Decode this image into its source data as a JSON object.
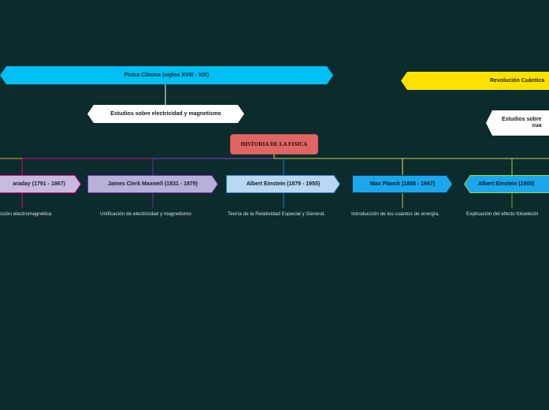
{
  "root": {
    "title": "HISTORIA DE LA FISICA"
  },
  "branches": [
    {
      "label": "Física Clásica (siglos XVIII - XIX)",
      "color": "#00bff3"
    },
    {
      "label": "Revolución Cuántica",
      "color": "#ffe100"
    }
  ],
  "subtopics": [
    {
      "label": "Estudios sobre electricidad y magnetismo"
    },
    {
      "line1": "Estudios sobre",
      "line2": "cua"
    }
  ],
  "scientists": [
    {
      "name": "araday (1791 - 1867)",
      "desc": "cción electromagnética",
      "fill": "#c9b8e0",
      "stroke": "#d6127a"
    },
    {
      "name": "James Clerk Maxwell (1831 - 1879)",
      "desc": "Unificación de electricidad y magnetismo",
      "fill": "#b7b0d8",
      "stroke": "#6b2fa8"
    },
    {
      "name": "Albert Einstein (1879 - 1955)",
      "desc": "Teoría de la Relatividad Especial y General.",
      "fill": "#b7d7f2",
      "stroke": "#1a85c9"
    },
    {
      "name": "Max Planck (1858 - 1947)",
      "desc": "Introducción de los cuantos de energía.",
      "fill": "#1aa7ec",
      "stroke": "#0e3a52"
    },
    {
      "name": "Albert Einstein (1905)",
      "desc": "Explicación del efecto fotoeléctri",
      "fill": "#1aa7ec",
      "stroke": "#9fd83a"
    }
  ]
}
